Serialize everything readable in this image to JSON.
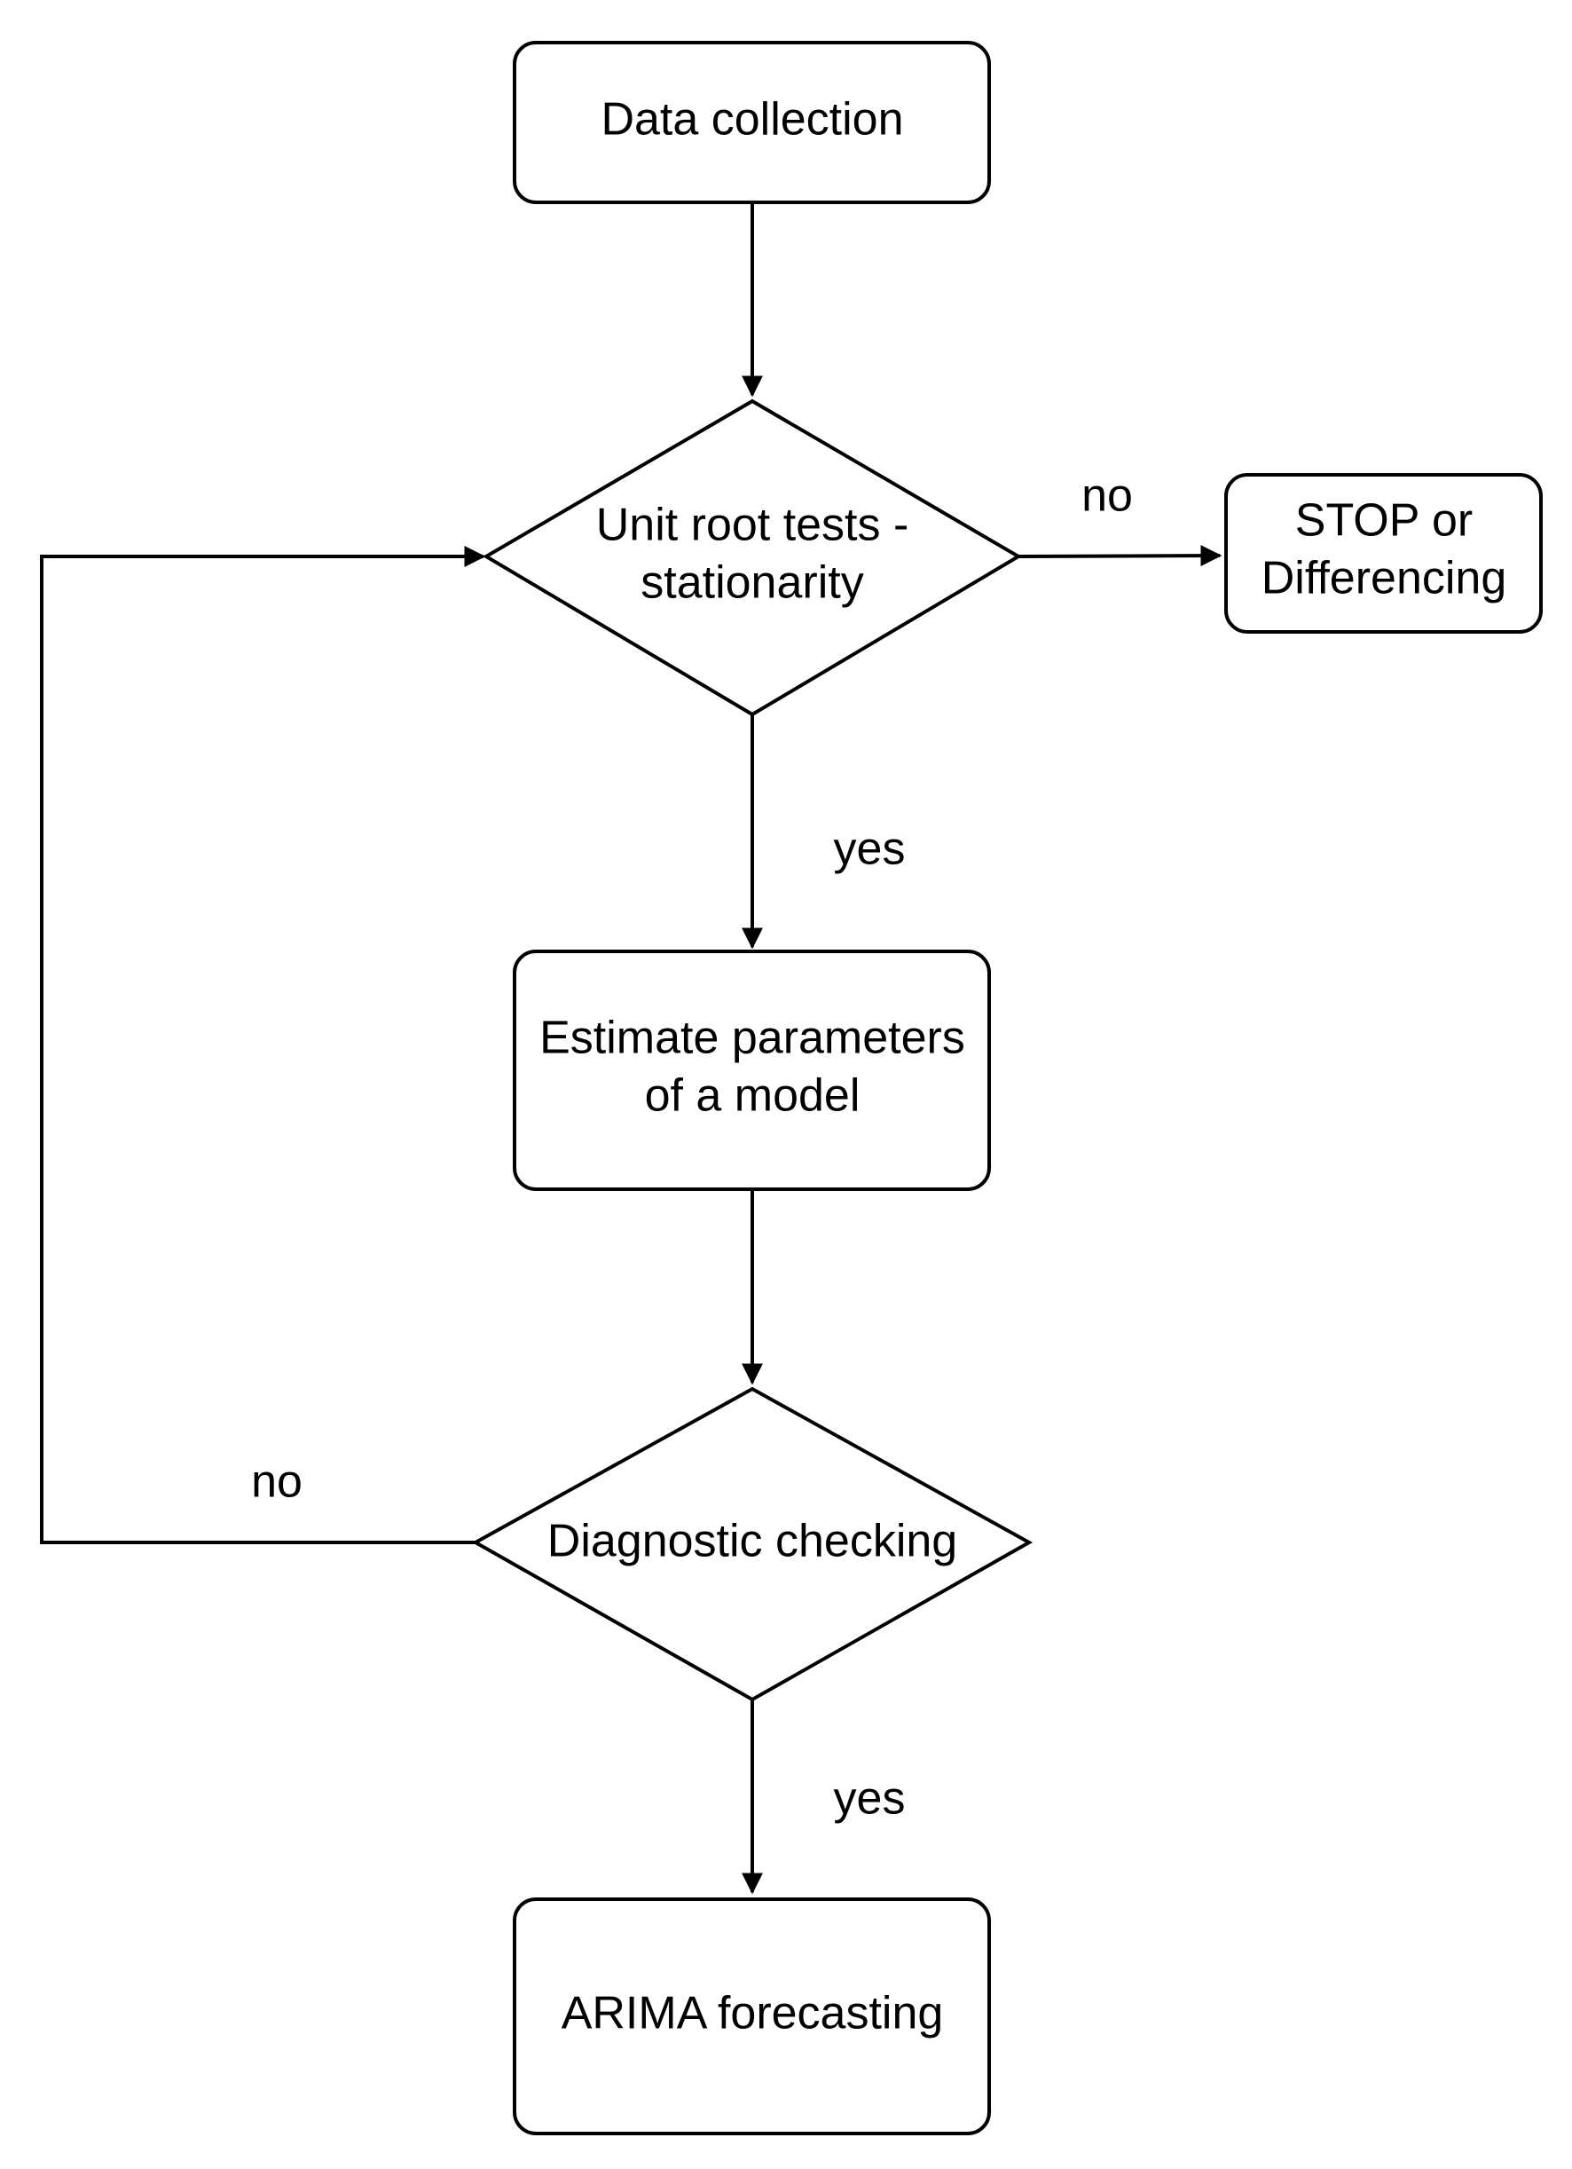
{
  "diagram": {
    "nodes": {
      "data_collection": {
        "shape": "rounded-rect",
        "lines": [
          "Data collection"
        ]
      },
      "unit_root": {
        "shape": "diamond",
        "lines": [
          "Unit root tests -",
          "stationarity"
        ]
      },
      "stop_diff": {
        "shape": "rounded-rect",
        "lines": [
          "STOP or",
          "Differencing"
        ]
      },
      "estimate": {
        "shape": "rounded-rect",
        "lines": [
          "Estimate parameters",
          "of a model"
        ]
      },
      "diagnostic": {
        "shape": "diamond",
        "lines": [
          "Diagnostic checking"
        ]
      },
      "arima": {
        "shape": "rounded-rect",
        "lines": [
          "ARIMA forecasting"
        ]
      }
    },
    "edges": {
      "collect_to_unit": {
        "from": "data_collection",
        "to": "unit_root",
        "label": ""
      },
      "unit_to_stop": {
        "from": "unit_root",
        "to": "stop_diff",
        "label": "no"
      },
      "unit_to_estimate": {
        "from": "unit_root",
        "to": "estimate",
        "label": "yes"
      },
      "estimate_to_diag": {
        "from": "estimate",
        "to": "diagnostic",
        "label": ""
      },
      "diag_to_unit": {
        "from": "diagnostic",
        "to": "unit_root",
        "label": "no"
      },
      "diag_to_arima": {
        "from": "diagnostic",
        "to": "arima",
        "label": "yes"
      }
    },
    "colors": {
      "stroke": "#000000",
      "fill": "#ffffff",
      "text": "#000000"
    }
  }
}
